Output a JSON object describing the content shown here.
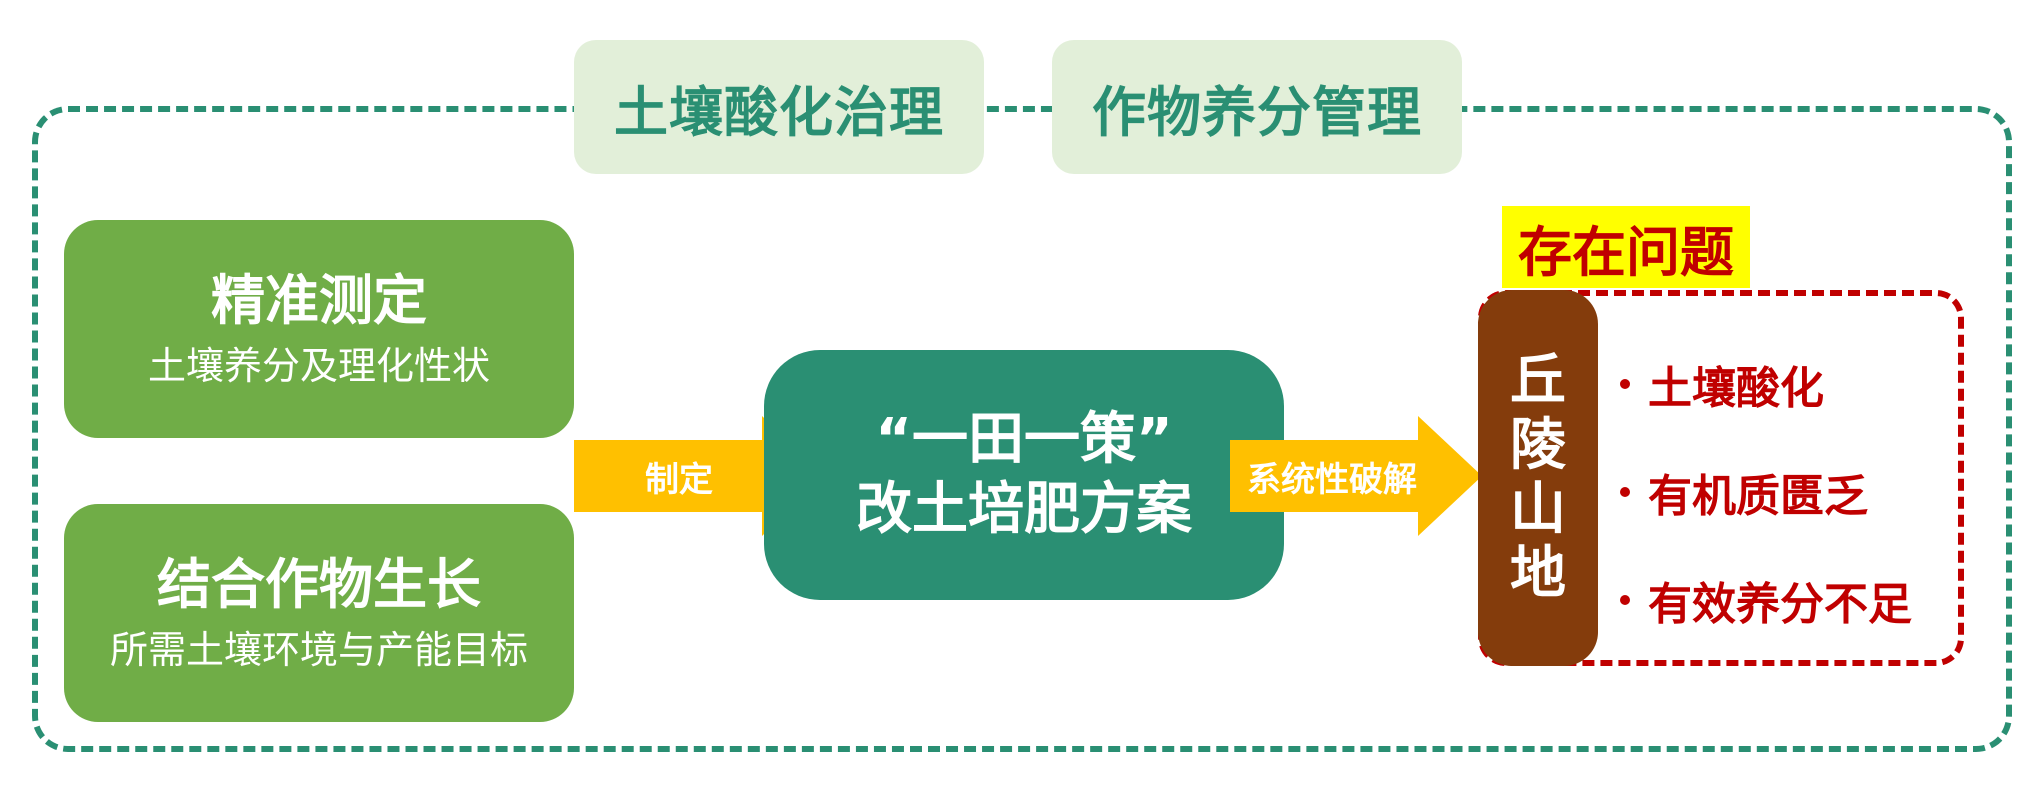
{
  "tabs": [
    "土壤酸化治理",
    "作物养分管理"
  ],
  "left_boxes": [
    {
      "title": "精准测定",
      "subtitle": "土壤养分及理化性状"
    },
    {
      "title": "结合作物生长",
      "subtitle": "所需土壤环境与产能目标"
    }
  ],
  "arrows": {
    "left_label": "制定",
    "right_label": "系统性破解"
  },
  "center": {
    "line1": "“一田一策”",
    "line2": "改土培肥方案"
  },
  "problem": {
    "tag": "存在问题",
    "region_chars": [
      "丘",
      "陵",
      "山",
      "地"
    ],
    "items": [
      "土壤酸化",
      "有机质匮乏",
      "有效养分不足"
    ]
  },
  "colors": {
    "teal": "#2a8f73",
    "light_green": "#e2efd9",
    "green": "#70ad47",
    "arrow_yellow": "#ffc000",
    "brown": "#843c0c",
    "red": "#c00000",
    "highlight_yellow": "#ffff00"
  }
}
